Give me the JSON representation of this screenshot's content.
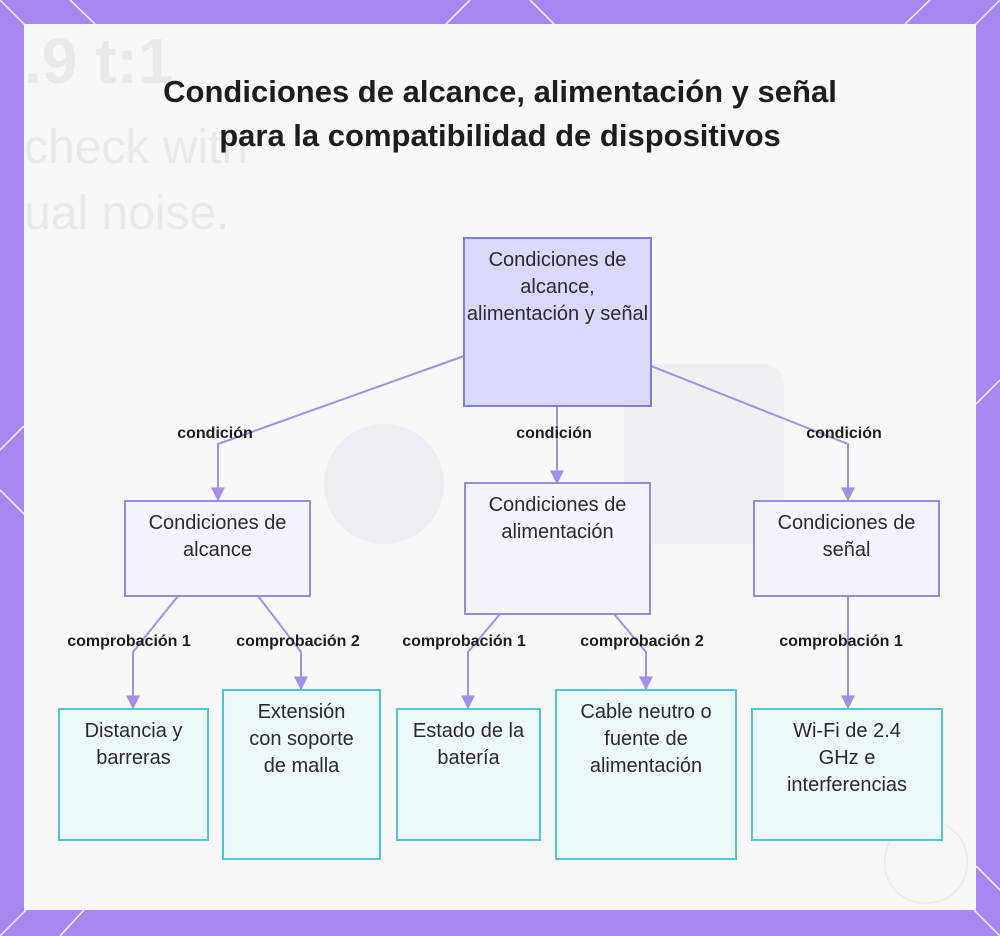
{
  "title": "Condiciones de alcance, alimentación y señal para la compatibilidad de dispositivos",
  "colors": {
    "frame": "#a688f2",
    "edge": "#a58ee6",
    "root_fill": "#d9d9fb",
    "mid_fill": "#f4f4fd",
    "leaf_fill": "#eef9fc",
    "leaf_border": "#52c3d8"
  },
  "background_text": {
    "line1": ".9 t:1",
    "line2": "check with",
    "line3": "ual noise."
  },
  "nodes": {
    "root": "Condiciones de alcance, alimentación y señal",
    "alcance": "Condiciones de alcance",
    "alimentacion": "Condiciones de alimentación",
    "senal": "Condiciones de señal",
    "distancia": "Distancia y barreras",
    "extension": "Extensión con soporte de malla",
    "bateria": "Estado de la batería",
    "cable": "Cable neutro o fuente de alimentación",
    "wifi": "Wi-Fi de 2.4 GHz e interferencias"
  },
  "edge_labels": {
    "cond_left": "condición",
    "cond_mid": "condición",
    "cond_right": "condición",
    "alc_1": "comprobación 1",
    "alc_2": "comprobación 2",
    "ali_1": "comprobación 1",
    "ali_2": "comprobación 2",
    "sen_1": "comprobación 1"
  }
}
